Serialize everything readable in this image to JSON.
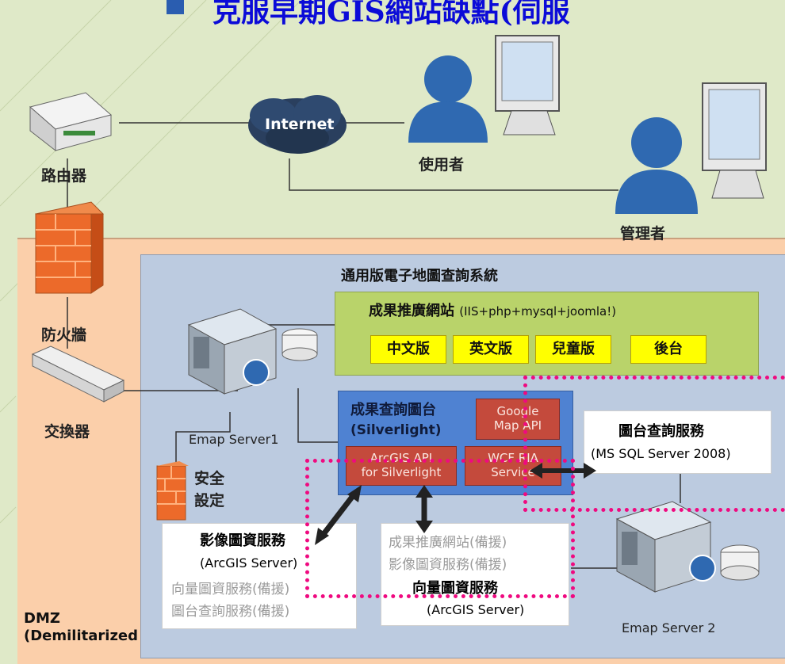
{
  "title": "克服早期GIS網站缺點(伺服",
  "network": {
    "router_label": "路由器",
    "internet_label": "Internet",
    "user_label": "使用者",
    "admin_label": "管理者",
    "firewall_label": "防火牆",
    "switch_label": "交換器",
    "security_label_line1": "安全",
    "security_label_line2": "設定"
  },
  "dmz": {
    "line1": "DMZ",
    "line2": "(Demilitarized Zone)"
  },
  "system": {
    "title": "通用版電子地圖查詢系統",
    "emap_server1": "Emap Server1",
    "emap_server2": "Emap Server 2",
    "promo_site": {
      "title": "成果推廣網站",
      "stack": "(IIS+php+mysql+joomla!)",
      "buttons": [
        "中文版",
        "英文版",
        "兒童版",
        "後台"
      ]
    },
    "query_platform": {
      "title": "成果查詢圖台",
      "subtitle": "(Silverlight)",
      "google_api": [
        "Google",
        "Map API"
      ],
      "arcgis_api": [
        "ArcGIS API",
        "for Silverlight"
      ],
      "wcf_ria": [
        "WCF RIA",
        "Service"
      ]
    },
    "map_query_service": {
      "title": "圖台查詢服務",
      "subtitle": "(MS SQL Server 2008)"
    },
    "imagery_service": {
      "title": "影像圖資服務",
      "subtitle": "(ArcGIS Server)",
      "backup1": "向量圖資服務(備援)",
      "backup2": "圖台查詢服務(備援)"
    },
    "vector_service": {
      "backup1": "成果推廣網站(備援)",
      "backup2": "影像圖資服務(備援)",
      "title": "向量圖資服務",
      "subtitle": "(ArcGIS Server)"
    }
  },
  "colors": {
    "title_blue": "#0b0bd8",
    "dmz_fill": "#fbcfaa",
    "panel_fill": "#bccbe0",
    "green_fill": "#b9d36a",
    "button_yellow": "#ffff00",
    "blue_fill": "#4f82d2",
    "red_fill": "#c44a3c",
    "highlight_pink": "#ef0a80"
  }
}
